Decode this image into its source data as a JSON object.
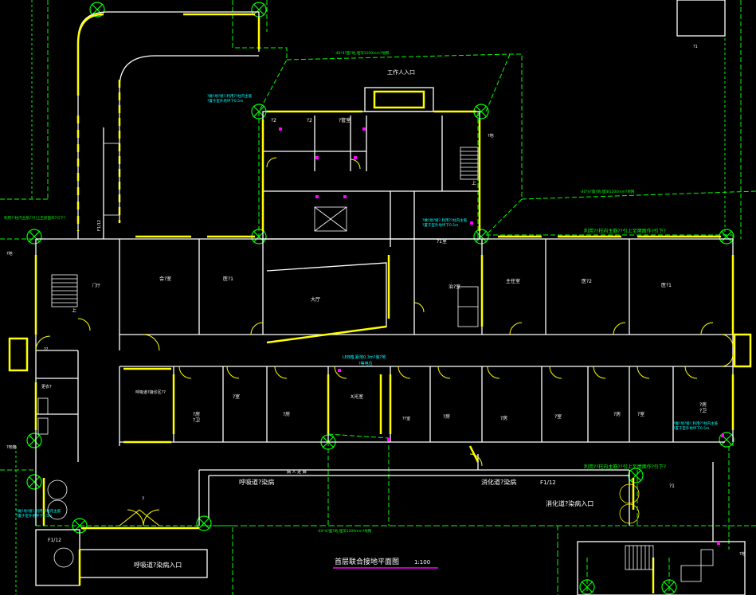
{
  "drawing": {
    "title": "首层联合接地平面图",
    "scale": "1:100",
    "colors": {
      "background": "#000000",
      "wall": "#ffffff",
      "window": "#ffff00",
      "ground": "#00ff00",
      "note": "#00ffff",
      "accent": "#ff00ff"
    }
  },
  "labels": {
    "work_entrance": "工作人入口",
    "room_office1": "会?室",
    "room_office2": "医?1",
    "room_hall": "大厅",
    "room_s2": "?2",
    "room_s3": "?2",
    "room_s4": "?管室",
    "room_treat": "治?室",
    "room_office3": "主任室",
    "room_office4": "医?2",
    "room_office5": "医?1",
    "room_ward_a": "呼吸道?接诊区??",
    "room_ward_b": "?房\n?卫",
    "room_ward_c": "?室",
    "room_ward_d": "?房",
    "room_xray": "X光室",
    "room_ward_e": "?房\n?卫",
    "room_ward_f": "?房",
    "room_ward_g": "?房",
    "room_ward_h": "?室",
    "room_ward_i": "??室",
    "room_ward_j": "?房",
    "room_ward_k": "?房\n?卫",
    "room_big": "?1",
    "room_lobby": "门厅",
    "room_dressing": "更衣?",
    "room_corner": "?",
    "room_front": "??",
    "room_study": "?1室",
    "corridor": "病 人 走 廊",
    "resp_zone": "呼吸道?染病",
    "resp_entrance": "呼吸道?染病入口",
    "digest_zone": "消化道?染病",
    "digest_entrance": "消化道?染病入口",
    "elevation": "F1/12",
    "elevation2": "F1/12",
    "elevation3": "F1/12",
    "down_stair": "上",
    "down_stair2": "上",
    "note_top": "-40*4?面?地,埋深1200mm?地网",
    "note_right": "-40*4?面?地,埋深1200mm?地网",
    "note_bottom": "-40*4?面?地,埋深1200mm?地网",
    "note_left_green": "利用??柱内主筋??引上至屋面作?引下?",
    "note_right_green1": "利用??柱内主筋??引上至屋面作?引下?",
    "note_right_green2": "利用??柱内主筋??引上至屋面作?引下?",
    "note_cyan1": "?做?地?接?,利用??柱内主筋\n?置于室外地坪下0.5m",
    "note_cyan2": "?做?地?接?,利用??柱内主筋\n?置于室外地坪下0.5m",
    "note_cyan3": "?做?地?接?,利用??柱内主筋\n?置于室外地坪下0.5m",
    "note_cyan4": "?做?地?接?,利用??柱内主筋\n?置于室外地坪下0.5m",
    "note_meter": "LEB箱,距地0.3m?装?地",
    "note_meter2": "?等电位",
    "ground_box": "?地",
    "ground_box2": "?地",
    "ground_box3": "?地",
    "ground_box4": "?地箱",
    "top_right": "?? ?",
    "room_top_left": "??",
    "room_right_small": "?1",
    "room_elevator": "?梯"
  }
}
